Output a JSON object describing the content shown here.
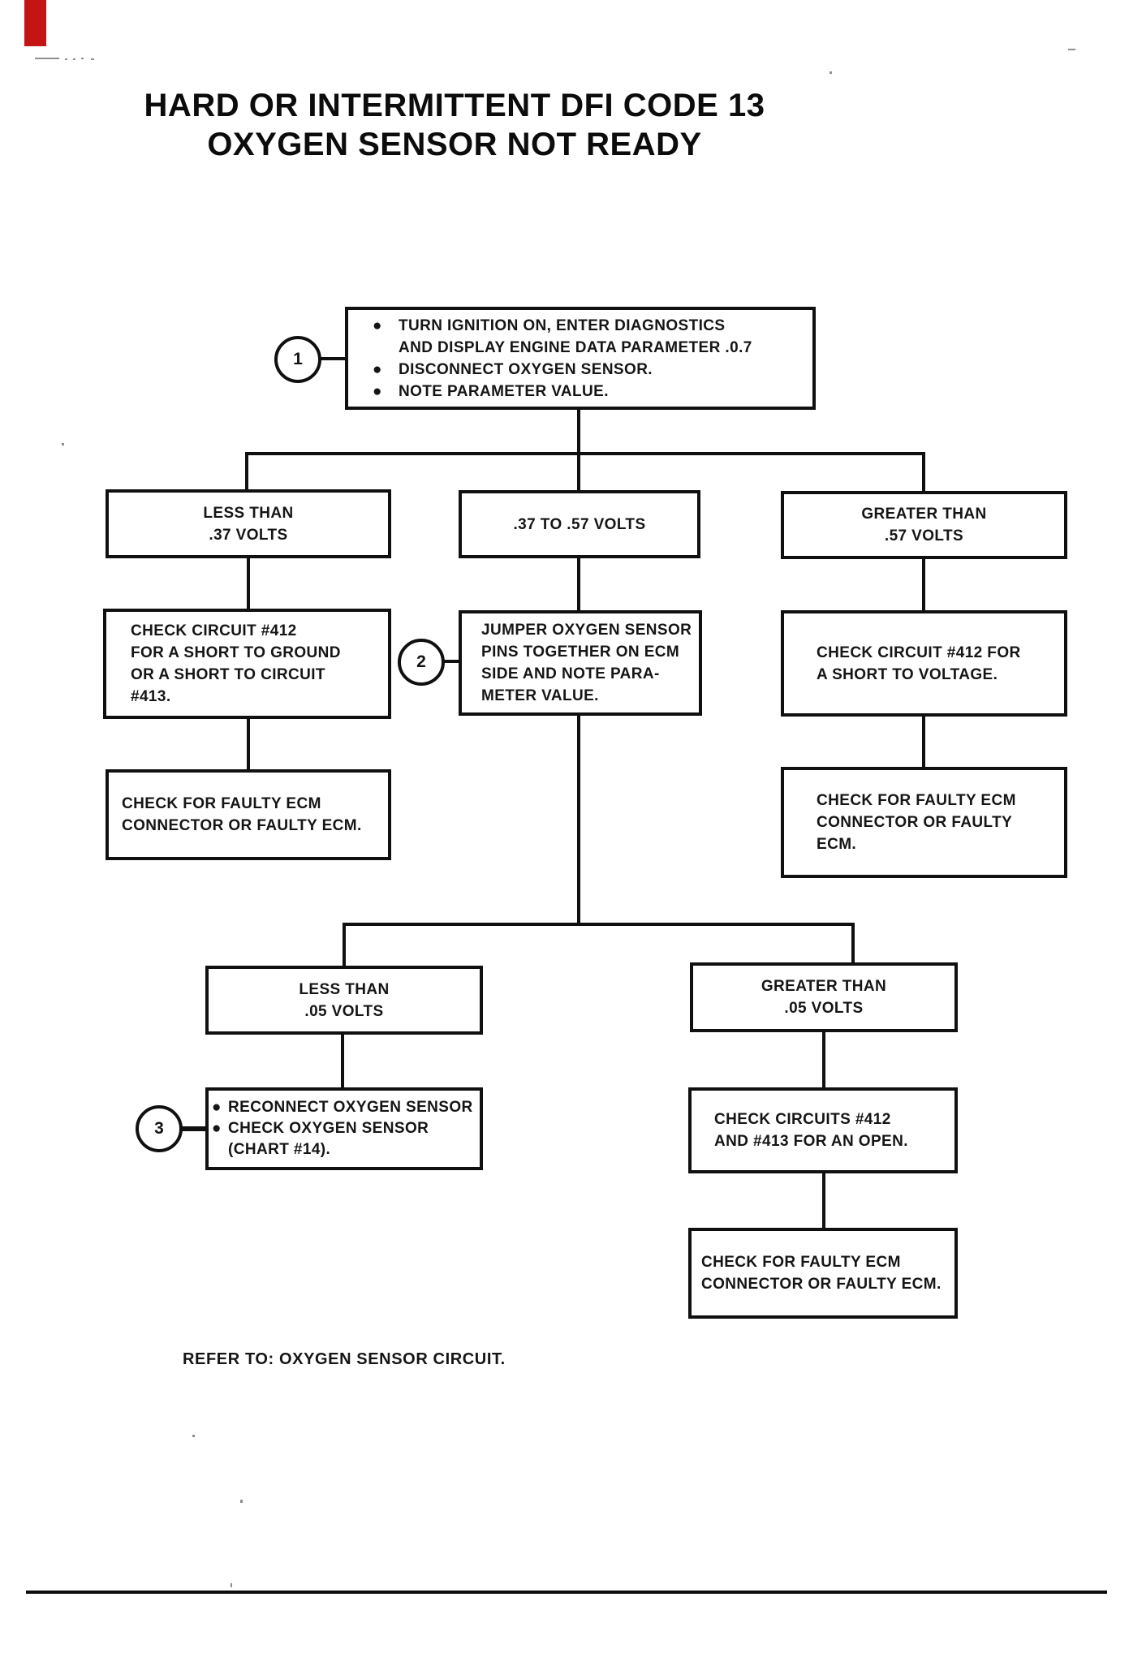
{
  "title": {
    "line1": "HARD OR INTERMITTENT DFI CODE 13",
    "line2": "OXYGEN SENSOR NOT READY"
  },
  "circles": [
    "1",
    "2",
    "3"
  ],
  "nodes": {
    "start": {
      "bullets": [
        [
          "TURN IGNITION ON, ENTER DIAGNOSTICS",
          "AND DISPLAY ENGINE DATA PARAMETER .0.7"
        ],
        [
          "DISCONNECT OXYGEN SENSOR."
        ],
        [
          "NOTE PARAMETER VALUE."
        ]
      ]
    },
    "lt37": {
      "lines": [
        "LESS THAN",
        ".37 VOLTS"
      ]
    },
    "mid3757": {
      "lines": [
        ".37 TO .57 VOLTS"
      ]
    },
    "gt57": {
      "lines": [
        "GREATER THAN",
        ".57 VOLTS"
      ]
    },
    "check412ground": {
      "lines": [
        "CHECK CIRCUIT #412",
        "FOR A SHORT TO GROUND",
        "OR A SHORT TO CIRCUIT",
        "#413."
      ]
    },
    "jumper": {
      "lines": [
        "JUMPER OXYGEN SENSOR",
        "PINS TOGETHER ON ECM",
        "SIDE AND NOTE PARA-",
        "METER VALUE."
      ]
    },
    "check412voltage": {
      "lines": [
        "CHECK CIRCUIT #412 FOR",
        "A SHORT TO VOLTAGE."
      ]
    },
    "ecmLeft": {
      "lines": [
        "CHECK FOR FAULTY ECM",
        "CONNECTOR OR FAULTY ECM."
      ]
    },
    "ecmRight": {
      "lines": [
        "CHECK FOR FAULTY ECM",
        "CONNECTOR OR FAULTY",
        "ECM."
      ]
    },
    "lt05": {
      "lines": [
        "LESS THAN",
        ".05 VOLTS"
      ]
    },
    "gt05": {
      "lines": [
        "GREATER THAN",
        ".05 VOLTS"
      ]
    },
    "reconnect": {
      "bullets": [
        [
          "RECONNECT OXYGEN SENSOR"
        ],
        [
          "CHECK OXYGEN SENSOR",
          "(CHART #14)."
        ]
      ]
    },
    "checkOpen": {
      "lines": [
        "CHECK CIRCUITS #412",
        "AND #413 FOR AN OPEN."
      ]
    },
    "ecmBottom": {
      "lines": [
        "CHECK FOR FAULTY ECM",
        "CONNECTOR OR FAULTY ECM."
      ]
    }
  },
  "footer": {
    "text": "REFER TO: OXYGEN SENSOR CIRCUIT."
  },
  "colors": {
    "ink": "#101010",
    "paper": "#ffffff",
    "red_mark": "#c41414"
  }
}
